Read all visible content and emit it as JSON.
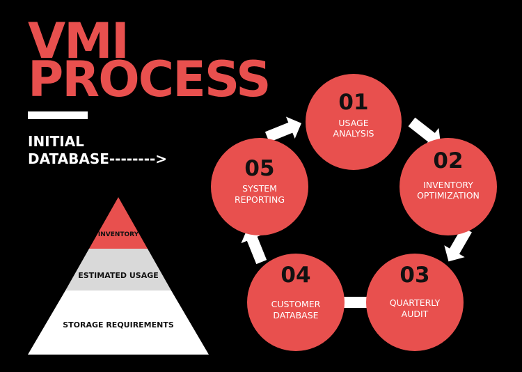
{
  "header": {
    "title_line1": "VMI",
    "title_line2": "PROCESS",
    "initial_line1": "INITIAL",
    "initial_line2": "DATABASE-------->"
  },
  "colors": {
    "accent": "#E8504E",
    "background": "#000000",
    "arrow": "#FFFFFF",
    "pyramid_mid": "#D9D9D9",
    "pyramid_base": "#FFFFFF",
    "text_dark": "#111111"
  },
  "pyramid": {
    "tiers": [
      {
        "label": "INVENTORY"
      },
      {
        "label": "ESTIMATED USAGE"
      },
      {
        "label": "STORAGE REQUIREMENTS"
      }
    ]
  },
  "steps": [
    {
      "number": "01",
      "line1": "USAGE",
      "line2": "ANALYSIS"
    },
    {
      "number": "02",
      "line1": "INVENTORY",
      "line2": "OPTIMIZATION"
    },
    {
      "number": "03",
      "line1": "QUARTERLY",
      "line2": "AUDIT"
    },
    {
      "number": "04",
      "line1": "CUSTOMER",
      "line2": "DATABASE"
    },
    {
      "number": "05",
      "line1": "SYSTEM",
      "line2": "REPORTING"
    }
  ],
  "arrow_icon": "flow-arrow-icon"
}
